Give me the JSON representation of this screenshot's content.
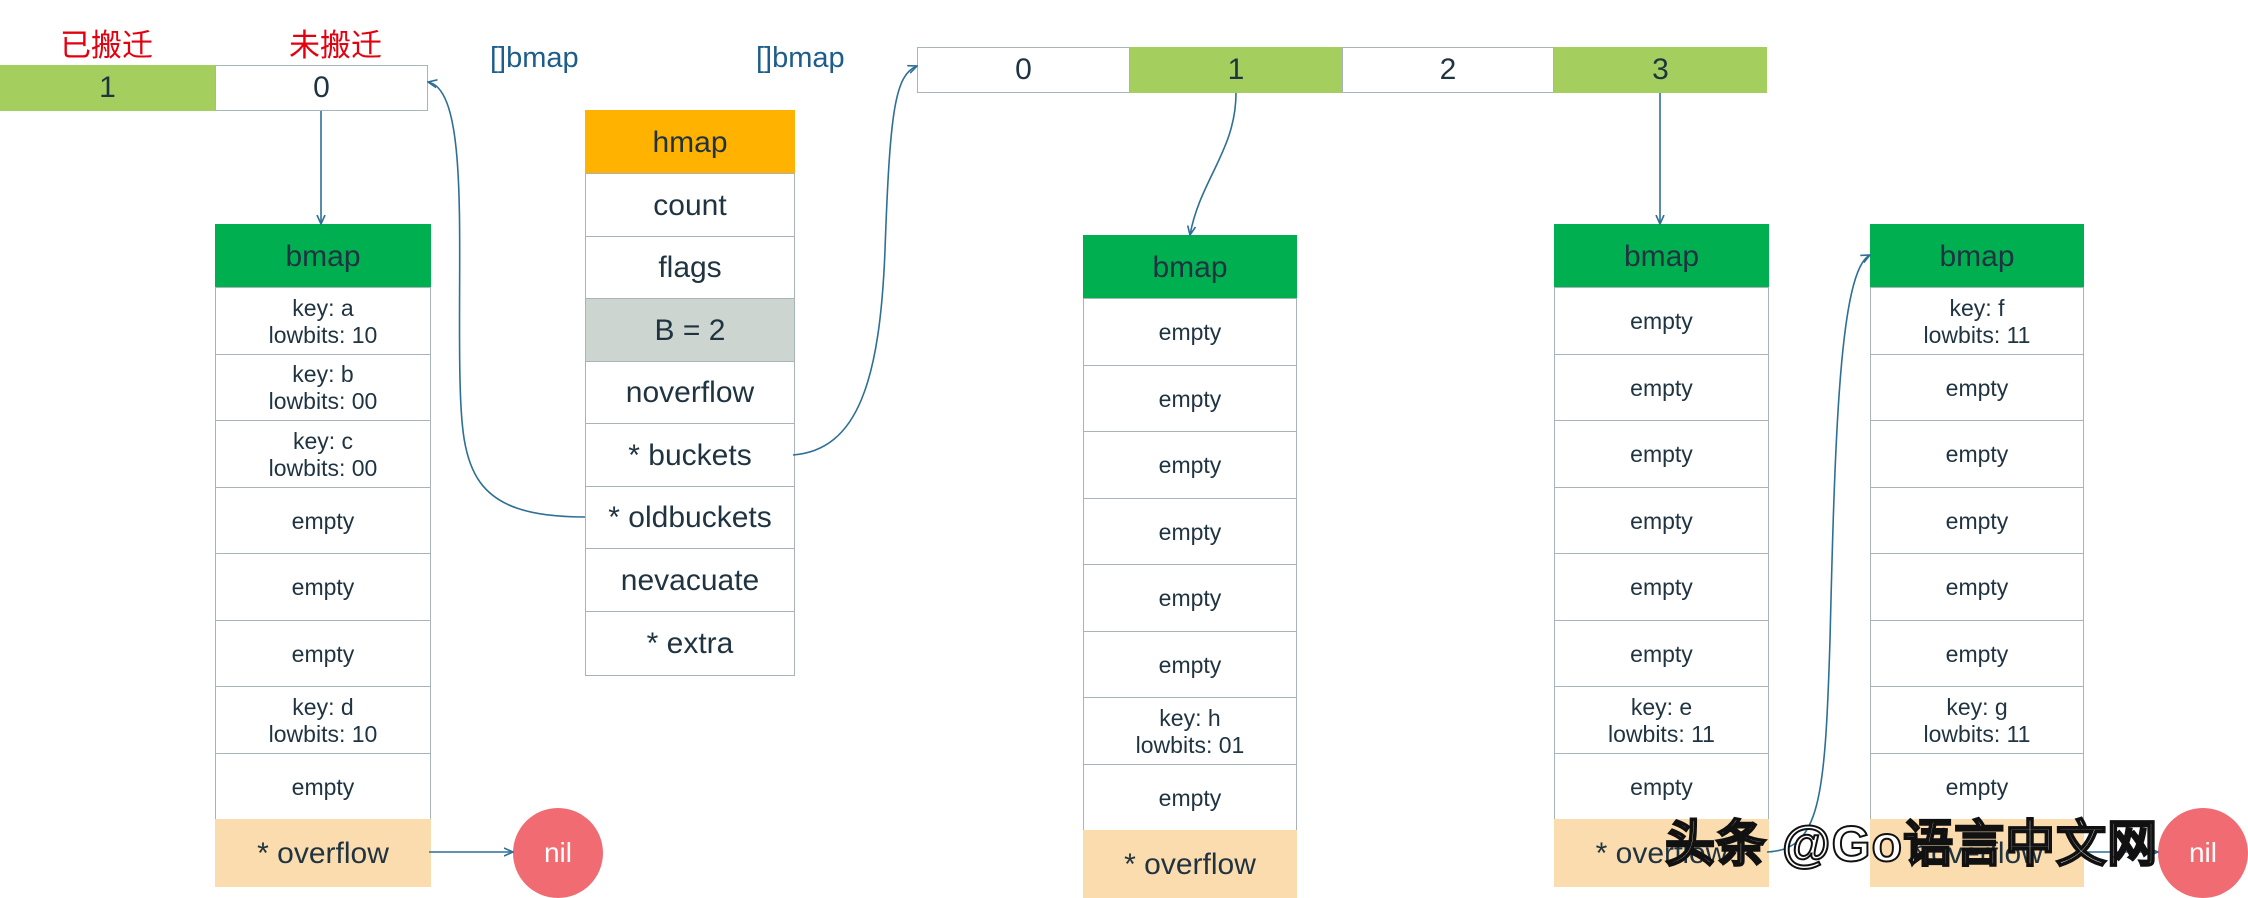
{
  "labels": {
    "migrated": "已搬迁",
    "not_migrated": "未搬迁",
    "old_array": "[]bmap",
    "new_array": "[]bmap"
  },
  "old_buckets": [
    "1",
    "0"
  ],
  "new_buckets": [
    "0",
    "1",
    "2",
    "3"
  ],
  "hmap": {
    "title": "hmap",
    "fields": [
      "count",
      "flags",
      "B = 2",
      "noverflow",
      "* buckets",
      "* oldbuckets",
      "nevacuate",
      "* extra"
    ]
  },
  "bmap_old0": {
    "title": "bmap",
    "cells": [
      "key: a\nlowbits: 10",
      "key: b\nlowbits: 00",
      "key: c\nlowbits: 00",
      "empty",
      "empty",
      "empty",
      "key: d\nlowbits: 10",
      "empty"
    ],
    "overflow": "* overflow"
  },
  "bmap_new1": {
    "title": "bmap",
    "cells": [
      "empty",
      "empty",
      "empty",
      "empty",
      "empty",
      "empty",
      "key: h\nlowbits: 01",
      "empty"
    ],
    "overflow": "* overflow"
  },
  "bmap_new3": {
    "title": "bmap",
    "cells": [
      "empty",
      "empty",
      "empty",
      "empty",
      "empty",
      "empty",
      "key: e\nlowbits: 11",
      "empty"
    ],
    "overflow": "* overflow"
  },
  "bmap_new3_ovf": {
    "title": "bmap",
    "cells": [
      "key: f\nlowbits: 11",
      "empty",
      "empty",
      "empty",
      "empty",
      "empty",
      "key: g\nlowbits: 11",
      "empty"
    ],
    "overflow": "* overflow"
  },
  "nil": "nil",
  "watermark": "头条 @Go语言中文网",
  "colors": {
    "green_light": "#a4cf5f",
    "green_header": "#00b050",
    "orange": "#ffb300",
    "peach": "#fbdcae",
    "gray": "#cdd5d0",
    "nil_red": "#f06b72",
    "label_red": "#e3000f",
    "label_blue": "#1d5d8c",
    "arrow": "#2e6f96"
  }
}
